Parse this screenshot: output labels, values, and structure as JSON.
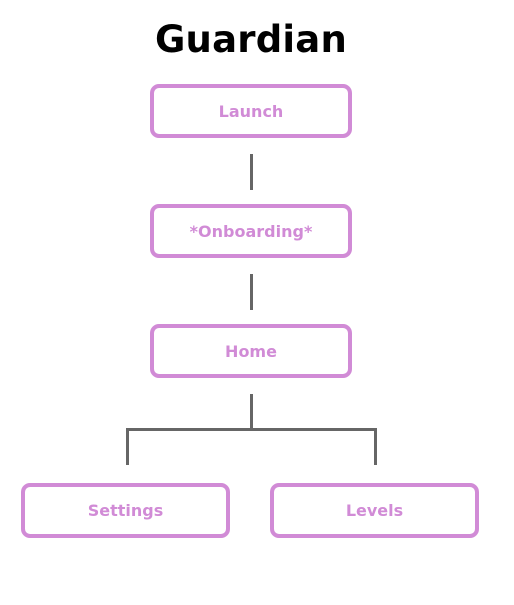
{
  "diagram": {
    "title": "Guardian",
    "nodes": {
      "launch": "Launch",
      "onboarding": "*Onboarding*",
      "home": "Home",
      "settings": "Settings",
      "levels": "Levels"
    },
    "colors": {
      "node_border": "#d18bd6",
      "node_text": "#d18bd6",
      "connector": "#666666",
      "title": "#000000"
    }
  }
}
